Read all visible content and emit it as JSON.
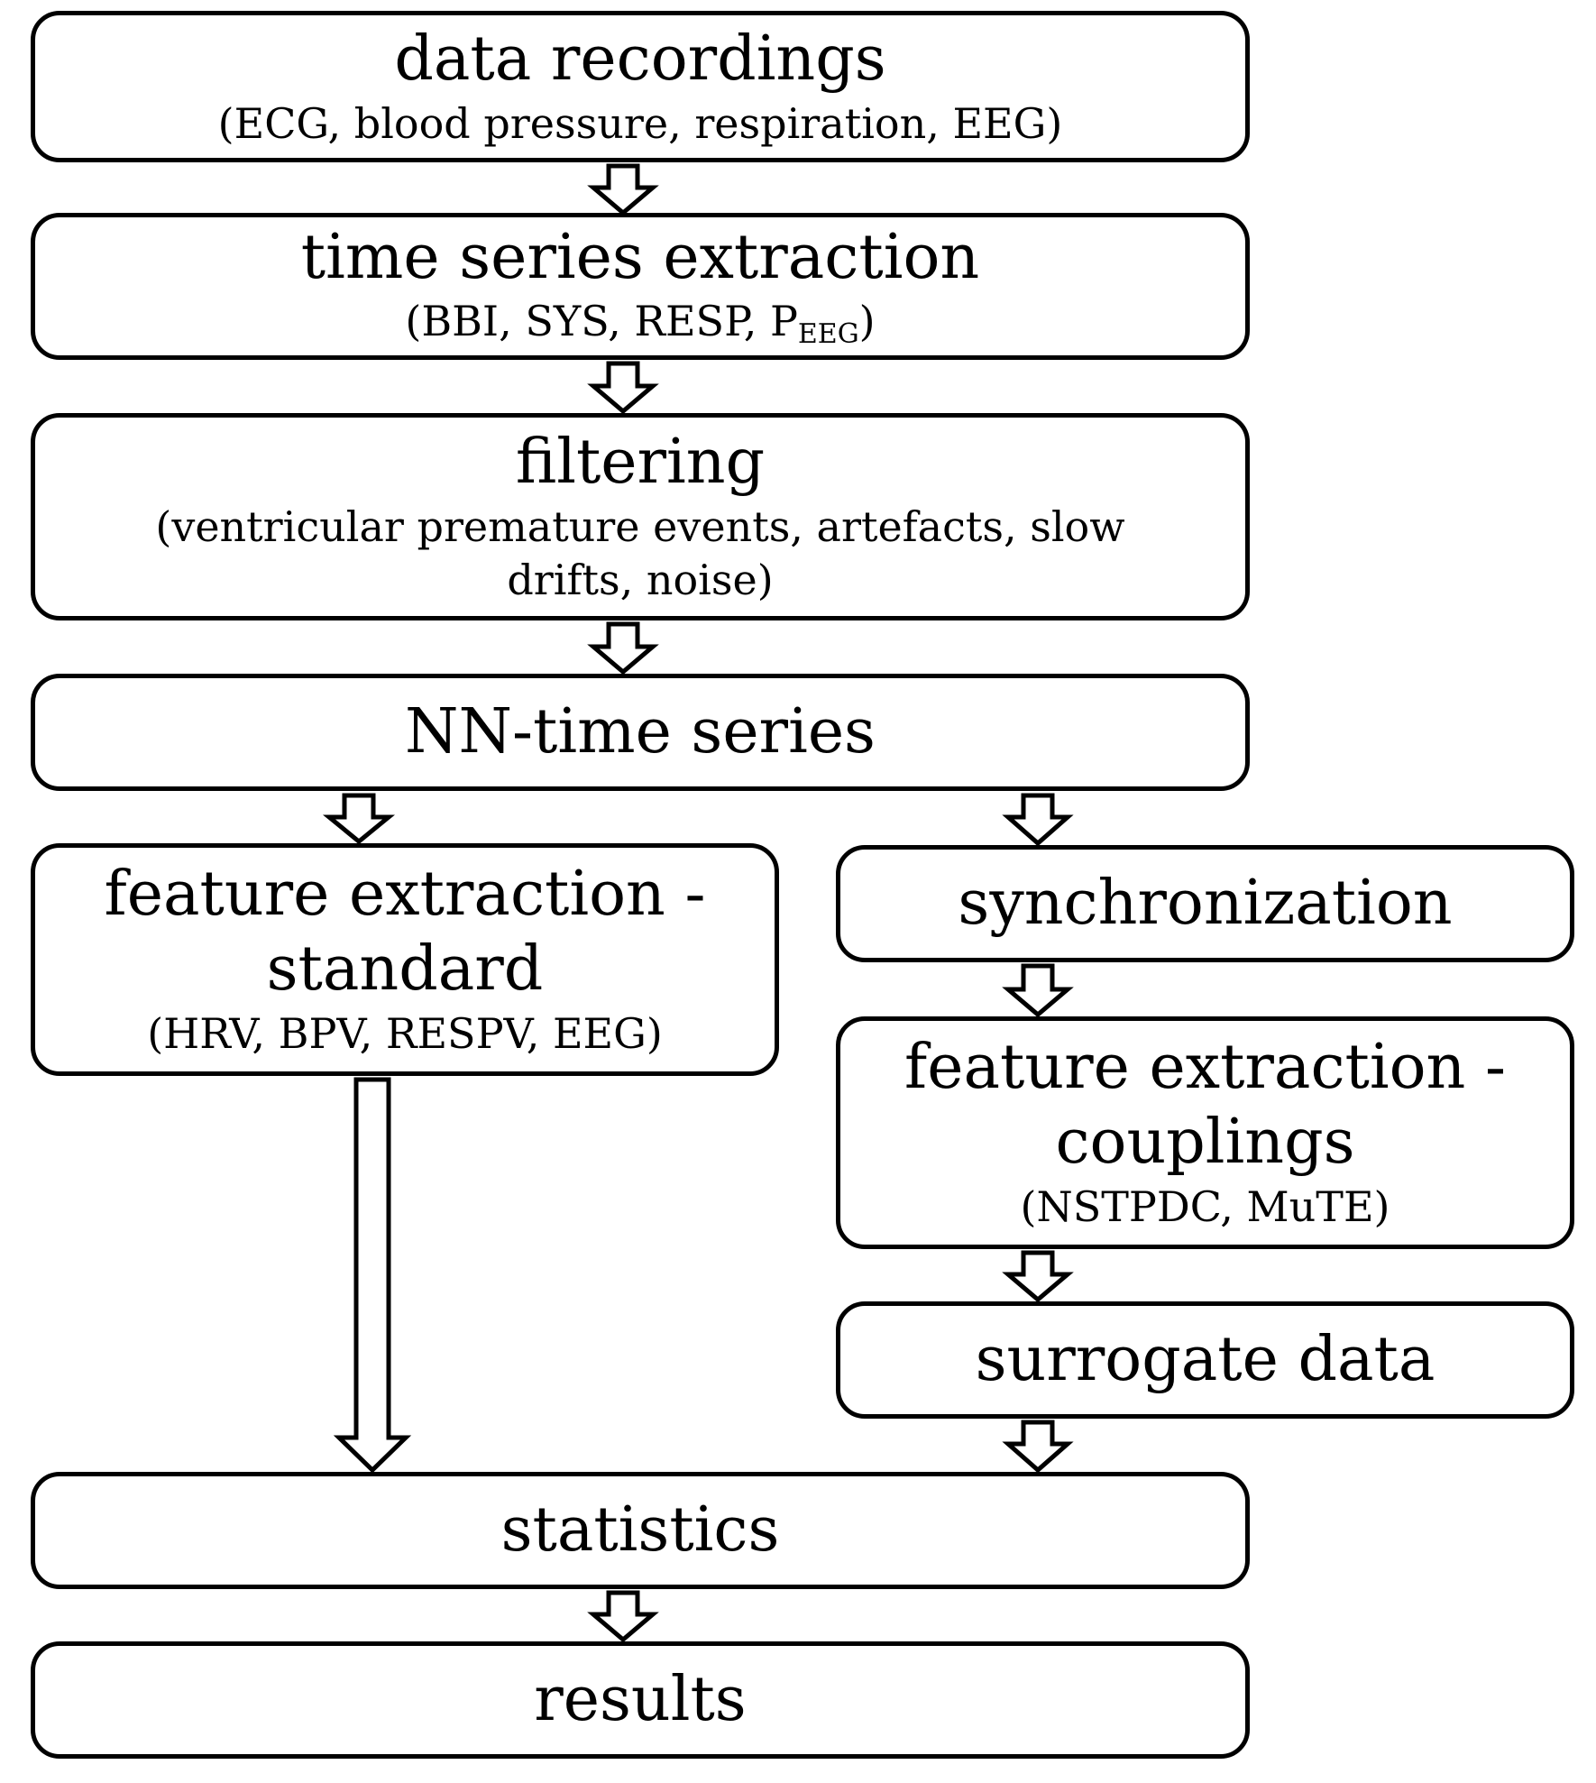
{
  "nodes": {
    "data_recordings": {
      "title": "data recordings",
      "sub": "(ECG, blood pressure, respiration, EEG)"
    },
    "time_series_extraction": {
      "title": "time series extraction",
      "sub_prefix": "(BBI, SYS, RESP, P",
      "sub_subscript": "EEG",
      "sub_suffix": ")"
    },
    "filtering": {
      "title": "filtering",
      "sub": "(ventricular premature events, artefacts, slow drifts, noise)"
    },
    "nn_time_series": {
      "title": "NN-time series"
    },
    "feature_extraction_standard": {
      "title_line1": "feature extraction -",
      "title_line2": "standard",
      "sub": "(HRV, BPV, RESPV, EEG)"
    },
    "synchronization": {
      "title": "synchronization"
    },
    "feature_extraction_couplings": {
      "title_line1": "feature extraction -",
      "title_line2": "couplings",
      "sub": "(NSTPDC, MuTE)"
    },
    "surrogate_data": {
      "title": "surrogate data"
    },
    "statistics": {
      "title": "statistics"
    },
    "results": {
      "title": "results"
    }
  },
  "edges": [
    [
      "data_recordings",
      "time_series_extraction"
    ],
    [
      "time_series_extraction",
      "filtering"
    ],
    [
      "filtering",
      "nn_time_series"
    ],
    [
      "nn_time_series",
      "feature_extraction_standard"
    ],
    [
      "nn_time_series",
      "synchronization"
    ],
    [
      "synchronization",
      "feature_extraction_couplings"
    ],
    [
      "feature_extraction_couplings",
      "surrogate_data"
    ],
    [
      "feature_extraction_standard",
      "statistics"
    ],
    [
      "surrogate_data",
      "statistics"
    ],
    [
      "statistics",
      "results"
    ]
  ]
}
